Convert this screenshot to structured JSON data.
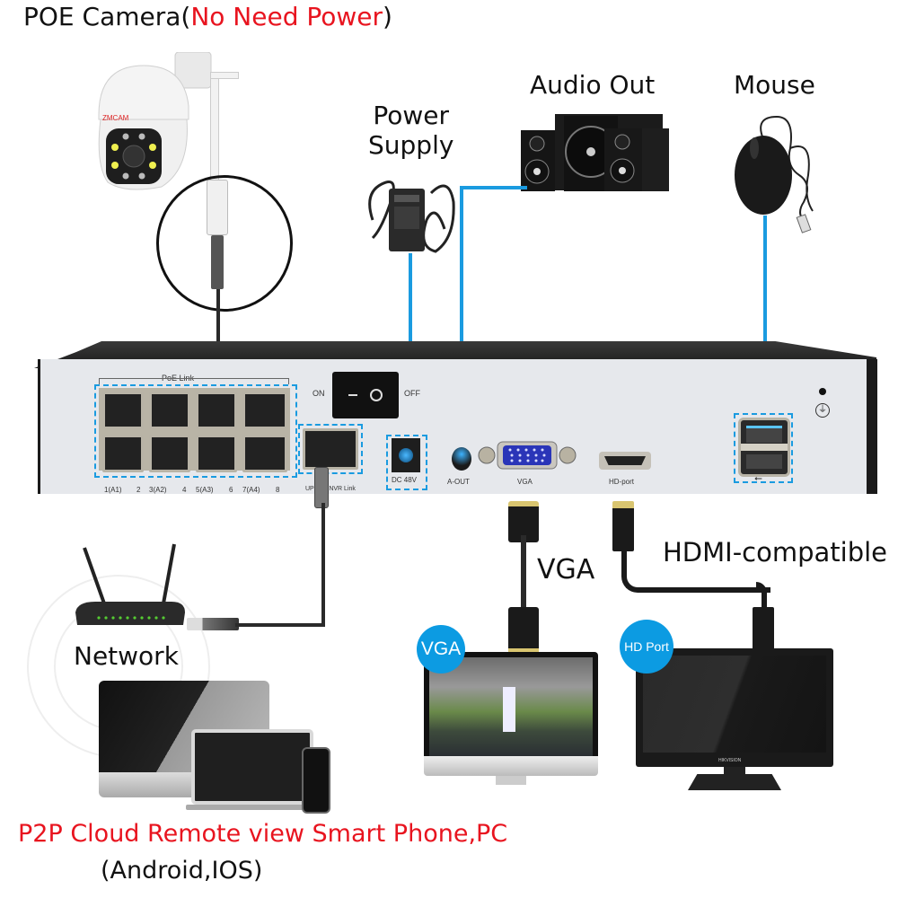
{
  "title": {
    "prefix": "POE Camera(",
    "highlight": "No Need Power",
    "suffix": ")"
  },
  "devices": {
    "power_supply": {
      "line1": "Power",
      "line2": "Supply"
    },
    "audio_out": "Audio Out",
    "mouse": "Mouse",
    "network": "Network",
    "vga_cable": "VGA",
    "hdmi_cable": "HDMI-compatible",
    "vga_badge": "VGA",
    "hd_badge": "HD Port",
    "camera_brand": "ZMCAM",
    "monitor_brand": "HIKVISION"
  },
  "nvr": {
    "poe_group_label": "PoE Link",
    "poe_ports": [
      "1(A1)",
      "2",
      "3(A2)",
      "4",
      "5(A3)",
      "6",
      "7(A4)",
      "8"
    ],
    "uplink_label": "UP Link  NVR Link",
    "switch_on": "ON",
    "switch_off": "OFF",
    "dc_label": "DC 48V",
    "aout_label": "A-OUT",
    "vga_label": "VGA",
    "hd_label": "HD-port"
  },
  "footer": {
    "line1": "P2P Cloud Remote view Smart Phone,PC",
    "line2": "(Android,IOS)"
  },
  "colors": {
    "accent_blue": "#1a9be0",
    "highlight_red": "#e8141f",
    "badge_blue": "#0c9be2"
  }
}
